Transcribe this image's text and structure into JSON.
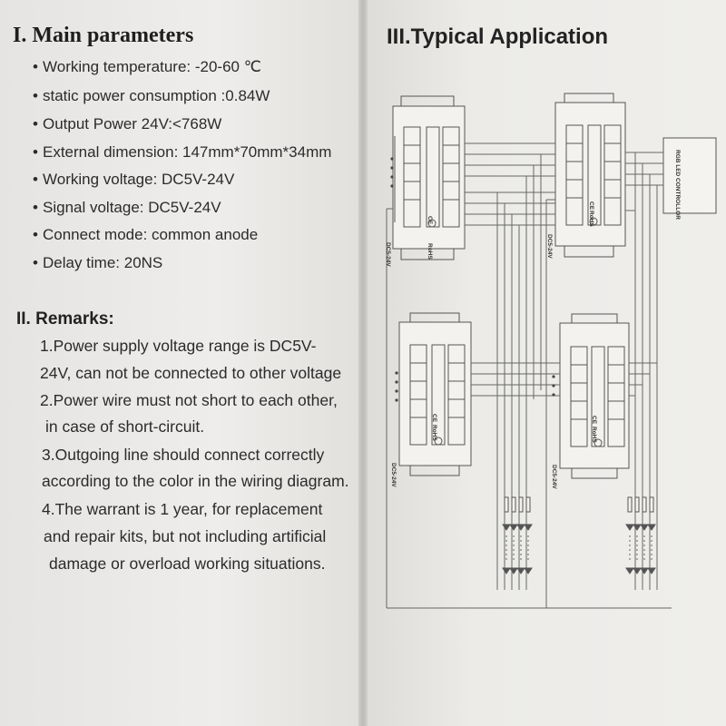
{
  "left_page": {
    "section1": {
      "title": "I. Main parameters",
      "items": [
        {
          "text": "Working temperature: -20-60 ℃"
        },
        {
          "text": "static power consumption :0.84W"
        },
        {
          "text": "Output Power 24V:<768W"
        },
        {
          "text": "External dimension: 147mm*70mm*34mm"
        },
        {
          "text": "Working voltage: DC5V-24V"
        },
        {
          "text": "Signal voltage: DC5V-24V"
        },
        {
          "text": "Connect mode: common anode"
        },
        {
          "text": "Delay time: 20NS"
        }
      ]
    },
    "section2": {
      "title": "II. Remarks:",
      "lines": [
        "1.Power supply voltage range is DC5V-",
        "24V, can not be connected to other voltage",
        "2.Power wire must not short to each other,",
        "in case of short-circuit.",
        "3.Outgoing line should connect correctly",
        "according to the color in the wiring diagram.",
        "4.The warrant is 1 year, for replacement",
        "and repair kits, but not including artificial",
        "damage or overload working situations."
      ]
    }
  },
  "right_page": {
    "section3": {
      "title": "III.Typical Application"
    },
    "diagram": {
      "controller_label": "RGB LED CONTROLLOR",
      "amp_label": "DC5-24V",
      "rohs_label": "RoHS",
      "ce_label": "CE"
    }
  }
}
